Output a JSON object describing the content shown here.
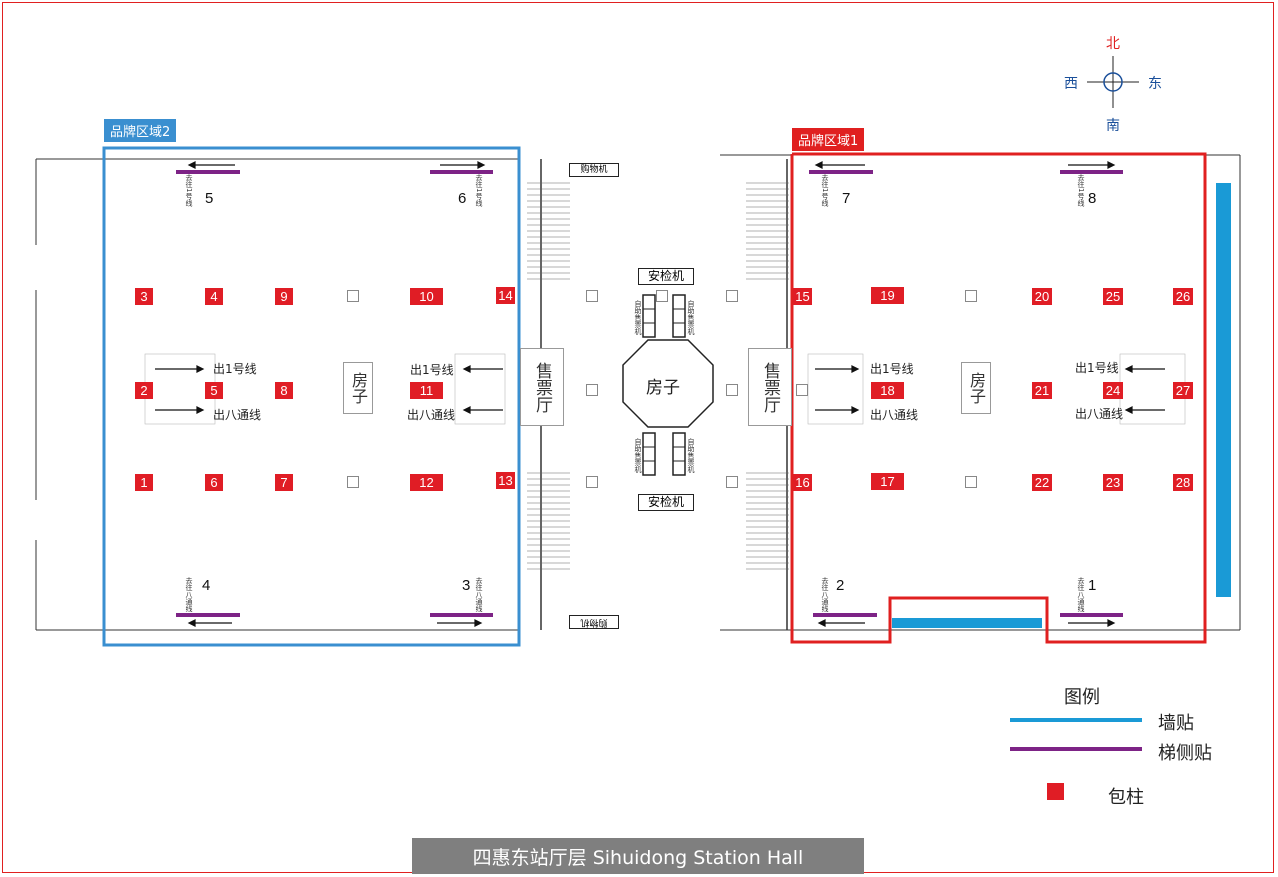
{
  "title": "四惠东站厅层    Sihuidong  Station Hall",
  "compass": {
    "north": "北",
    "south": "南",
    "east": "东",
    "west": "西"
  },
  "zones": {
    "zone2": "品牌区域2",
    "zone1": "品牌区域1"
  },
  "legend": {
    "title": "图例",
    "wall": "墙贴",
    "stair": "梯侧贴",
    "pillar": "包柱"
  },
  "labels": {
    "ticket_hall": "售票厅",
    "house": "房子",
    "security": "安检机",
    "vending": "购物机",
    "exit_line1": "出1号线",
    "exit_line8": "出八通线",
    "go_line1": "去往1号线",
    "go_line8": "去往八通线",
    "self_service": "自助售票机"
  },
  "gates": [
    "1",
    "2",
    "3",
    "4",
    "5",
    "6",
    "7",
    "8"
  ],
  "pillars": [
    "1",
    "2",
    "3",
    "4",
    "5",
    "6",
    "7",
    "8",
    "9",
    "10",
    "11",
    "12",
    "13",
    "14",
    "15",
    "16",
    "17",
    "18",
    "19",
    "20",
    "21",
    "22",
    "23",
    "24",
    "25",
    "26",
    "27",
    "28"
  ],
  "colors": {
    "zone1": "#e02020",
    "zone2": "#3a8fd0",
    "wall": "#1a9ad6",
    "stair": "#7d2386",
    "pillar": "#e01d25"
  }
}
